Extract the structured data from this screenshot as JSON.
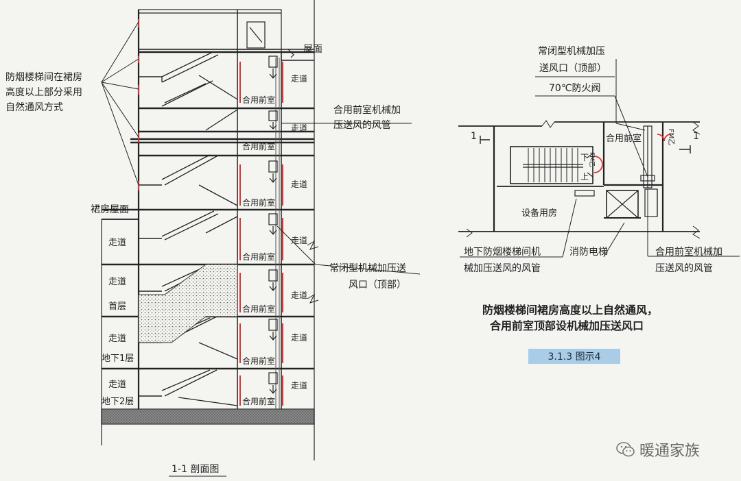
{
  "section": {
    "callout_smoke_stair": [
      "防烟楼梯间在裙房",
      "高度以上部分采用",
      "自然通风方式"
    ],
    "callout_duct": [
      "合用前室机械加",
      "压送风的风管"
    ],
    "callout_outlet": [
      "常闭型机械加压送",
      "风口（顶部）"
    ],
    "roof": "屋面",
    "podium_roof": "裙房屋面",
    "ground_floor": "首层",
    "basement_1": "地下1层",
    "basement_2": "地下2层",
    "corridor": "走道",
    "shared_lobby": "合用前室",
    "caption": "1-1 剖面图"
  },
  "plan": {
    "outlet_label": [
      "常闭型机械加压",
      "送风口（顶部）"
    ],
    "damper_label": "70℃防火阀",
    "shared_lobby": "合用前室",
    "equipment_room": "设备用房",
    "section_mark_left": "1",
    "section_mark_right": "1",
    "door_fm": "FM乙",
    "stair_down": "下",
    "stair_up": "上",
    "basement_duct_label": [
      "地下防烟楼梯间机",
      "械加压送风的风管"
    ],
    "fire_elevator": "消防电梯",
    "lobby_duct_label": [
      "合用前室机械加",
      "压送风的风管"
    ],
    "description": [
      "防烟楼梯间裙房高度以上自然通风，",
      "合用前室顶部设机械加压送风口"
    ],
    "figure_number": "3.1.3  图示4"
  },
  "watermark": "暖通家族"
}
